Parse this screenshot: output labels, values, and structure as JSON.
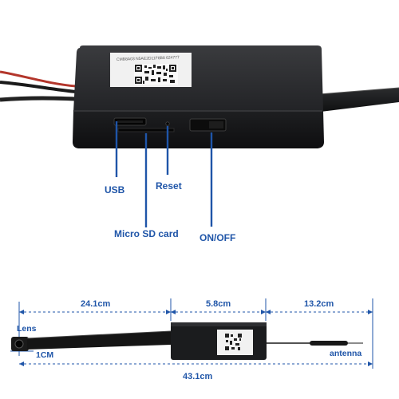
{
  "callouts": {
    "usb": "USB",
    "reset": "Reset",
    "micro_sd": "Micro SD card",
    "on_off": "ON/OFF"
  },
  "dimensions": {
    "cable_length": "24.1cm",
    "box_width": "5.8cm",
    "antenna_length": "13.2cm",
    "total_length": "43.1cm",
    "lens_diameter": "1CM"
  },
  "parts": {
    "lens": "Lens",
    "antenna": "antenna"
  },
  "sticker": {
    "text": "CMB8A03 N5AE2D11F8B8 624777"
  },
  "colors": {
    "accent": "#1f55a8",
    "device_body": "#1b1c1e",
    "cable_red": "#b3362b"
  }
}
